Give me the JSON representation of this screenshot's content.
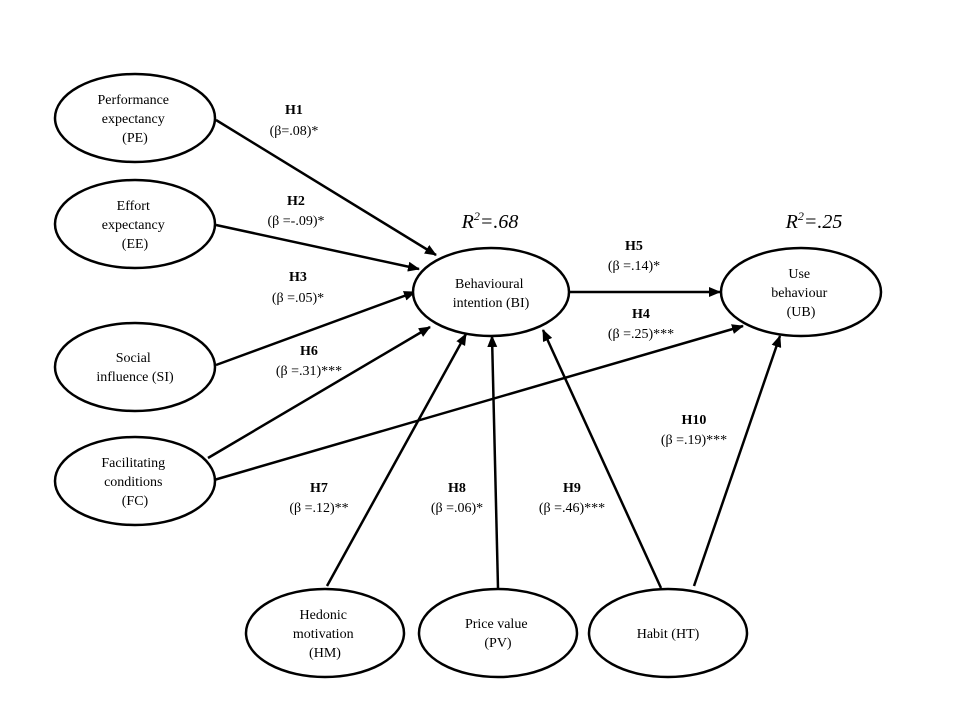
{
  "diagram": {
    "nodes": {
      "pe": {
        "lines": [
          "Performance",
          "expectancy",
          "(PE)"
        ]
      },
      "ee": {
        "lines": [
          "Effort",
          "expectancy",
          "(EE)"
        ]
      },
      "si": {
        "lines": [
          "Social",
          "influence (SI)"
        ]
      },
      "fc": {
        "lines": [
          "Facilitating",
          "conditions",
          "(FC)"
        ]
      },
      "bi": {
        "lines": [
          "Behavioural",
          "intention (BI)"
        ]
      },
      "ub": {
        "lines": [
          "Use",
          "behaviour",
          "(UB)"
        ]
      },
      "hm": {
        "lines": [
          "Hedonic",
          "motivation",
          "(HM)"
        ]
      },
      "pv": {
        "lines": [
          "Price value",
          "(PV)"
        ]
      },
      "ht": {
        "lines": [
          "Habit (HT)"
        ]
      }
    },
    "r2": {
      "bi": {
        "label": "R2=.68",
        "prefix": "R",
        "sup": "2",
        "value": "=.68"
      },
      "ub": {
        "label": "R2=.25",
        "prefix": "R",
        "sup": "2",
        "value": "=.25"
      }
    },
    "hypotheses": {
      "h1": {
        "id": "H1",
        "from": "PE",
        "to": "BI",
        "beta": "(β=.08)*"
      },
      "h2": {
        "id": "H2",
        "from": "EE",
        "to": "BI",
        "beta": "(β =-.09)*"
      },
      "h3": {
        "id": "H3",
        "from": "SI",
        "to": "BI",
        "beta": "(β =.05)*"
      },
      "h4": {
        "id": "H4",
        "from": "FC",
        "to": "UB",
        "beta": "(β =.25)***"
      },
      "h5": {
        "id": "H5",
        "from": "BI",
        "to": "UB",
        "beta": "(β =.14)*"
      },
      "h6": {
        "id": "H6",
        "from": "FC",
        "to": "BI",
        "beta": "(β =.31)***"
      },
      "h7": {
        "id": "H7",
        "from": "HM",
        "to": "BI",
        "beta": "(β =.12)**"
      },
      "h8": {
        "id": "H8",
        "from": "PV",
        "to": "BI",
        "beta": "(β =.06)*"
      },
      "h9": {
        "id": "H9",
        "from": "HT",
        "to": "BI",
        "beta": "(β =.46)***"
      },
      "h10": {
        "id": "H10",
        "from": "HT",
        "to": "UB",
        "beta": "(β =.19)***"
      }
    },
    "colors": {
      "stroke": "#000000",
      "background": "#ffffff"
    }
  }
}
